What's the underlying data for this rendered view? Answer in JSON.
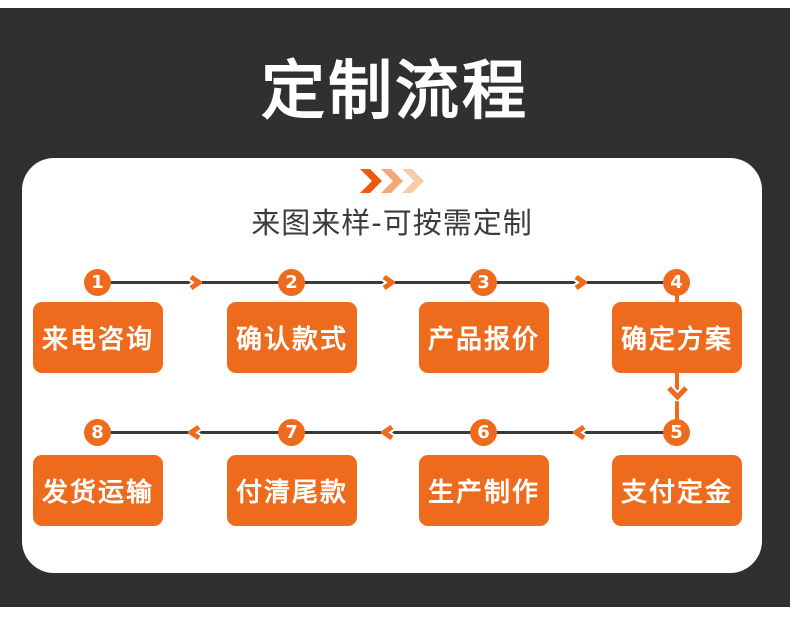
{
  "page": {
    "title": "定制流程"
  },
  "card": {
    "subtitle": "来图来样-可按需定制"
  },
  "flow": {
    "row1_direction": "left-to-right",
    "row1_order": "1 → 2 → 3 → 4",
    "row2_direction": "right-to-left",
    "row2_order": "5 → 6 → 7 → 8",
    "steps": [
      {
        "number": "1",
        "label": "来电咨询"
      },
      {
        "number": "2",
        "label": "确认款式"
      },
      {
        "number": "3",
        "label": "产品报价"
      },
      {
        "number": "4",
        "label": "确定方案"
      },
      {
        "number": "5",
        "label": "支付定金"
      },
      {
        "number": "6",
        "label": "生产制作"
      },
      {
        "number": "7",
        "label": "付清尾款"
      },
      {
        "number": "8",
        "label": "发货运输"
      }
    ]
  },
  "colors": {
    "background_dark": "#302f31",
    "card_background": "#ffffff",
    "accent_orange": "#ee6a1c",
    "header_chevron_strong": "#ed5a0d",
    "header_chevron_mid": "#f5a678",
    "header_chevron_light": "#f9cba8",
    "connector_line": "#3a3a3a",
    "title_color": "#ffffff",
    "subtitle_color": "#3b3b3b"
  }
}
